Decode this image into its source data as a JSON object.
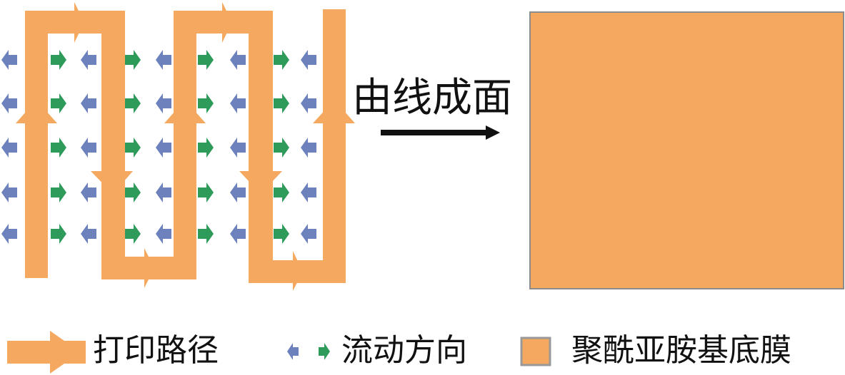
{
  "center_label": "由线成面",
  "legend": {
    "print_path": "打印路径",
    "flow_direction": "流动方向",
    "substrate": "聚酰亚胺基底膜"
  },
  "colors": {
    "path": "#F5A860",
    "flow_left": "#6D82BC",
    "flow_right": "#2E9B5A",
    "substrate": "#F5A860",
    "substrate_border": "#8C8C8C",
    "arrow": "#111111"
  },
  "icons": [
    "serpentine-print-path",
    "flow-arrow-left-icon",
    "flow-arrow-right-icon",
    "transform-arrow-icon",
    "substrate-square-icon"
  ]
}
